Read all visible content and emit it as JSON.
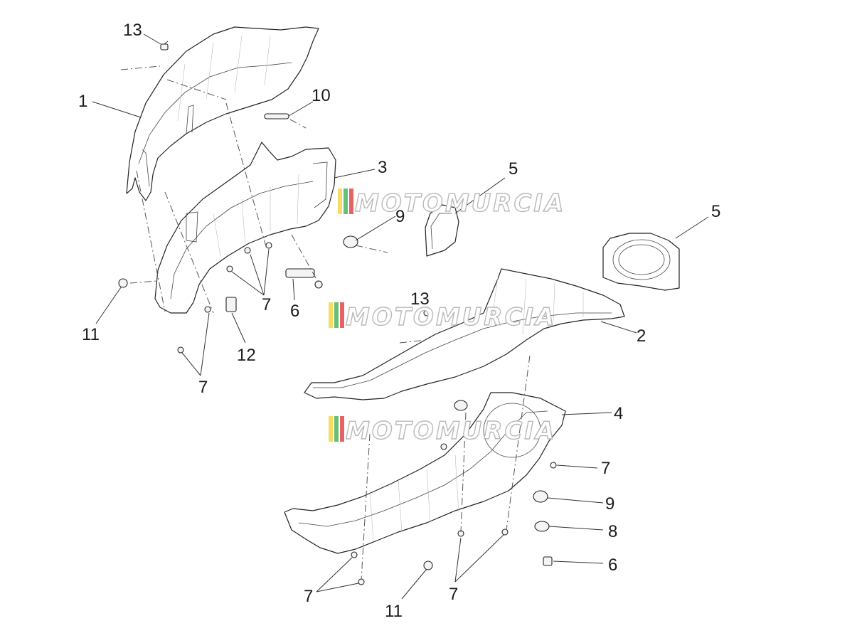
{
  "callouts": [
    "13",
    "1",
    "10",
    "3",
    "5",
    "9",
    "5",
    "11",
    "7",
    "6",
    "12",
    "7",
    "13",
    "2",
    "4",
    "7",
    "9",
    "8",
    "6",
    "7",
    "11",
    "7"
  ],
  "watermark": {
    "text": "MOTOMURCIA",
    "stripe_colors": [
      "#f2d230",
      "#3aa84a",
      "#d93030"
    ]
  }
}
